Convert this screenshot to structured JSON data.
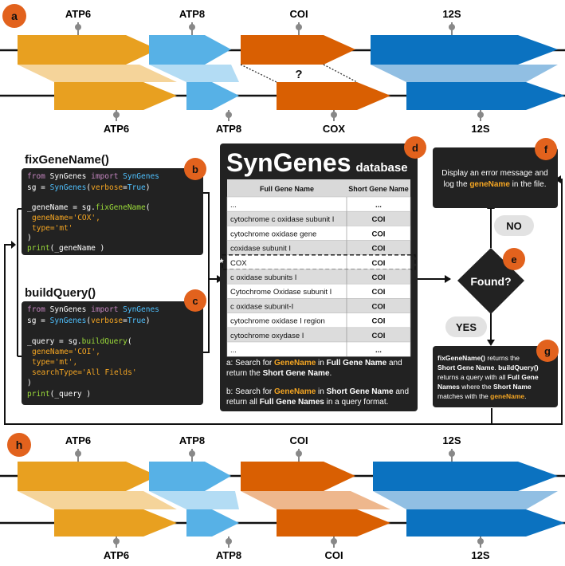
{
  "colors": {
    "orange_dark": "#d95f02",
    "orange_gold": "#e8a020",
    "blue_light": "#57b1e6",
    "blue_dark": "#0b72c0",
    "panel_dark": "#222222",
    "highlight": "#f5a623",
    "circle": "#e2621d"
  },
  "panels": {
    "a": "a",
    "b": "b",
    "c": "c",
    "d": "d",
    "e": "e",
    "f": "f",
    "g": "g",
    "h": "h"
  },
  "top": {
    "upper_labels": [
      "ATP6",
      "ATP8",
      "COI",
      "12S"
    ],
    "lower_labels": [
      "ATP6",
      "ATP8",
      "COX",
      "12S"
    ],
    "question": "?"
  },
  "bottom": {
    "upper_labels": [
      "ATP6",
      "ATP8",
      "COI",
      "12S"
    ],
    "lower_labels": [
      "ATP6",
      "ATP8",
      "COI",
      "12S"
    ]
  },
  "fix": {
    "title": "fixGeneName()",
    "l1_from": "from",
    "l1_mod": " SynGenes ",
    "l1_import": "import",
    "l1_cls": " SynGenes",
    "l2_a": "sg = ",
    "l2_cls": "SynGenes",
    "l2_b": "(",
    "l2_arg": "verbose",
    "l2_c": "=",
    "l2_val": "True",
    "l2_d": ")",
    "l3_a": "_geneName = sg.",
    "l3_fn": "fixGeneName",
    "l3_b": "(",
    "l4_arg": "geneName",
    "l4_val": "='COX',",
    "l5_arg": "type",
    "l5_val": "='mt'",
    "l6": ")",
    "l7_fn": "print",
    "l7_b": "(_geneName )"
  },
  "build": {
    "title": "buildQuery()",
    "l1_from": "from",
    "l1_mod": " SynGenes ",
    "l1_import": "import",
    "l1_cls": " SynGenes",
    "l2_a": "sg = ",
    "l2_cls": "SynGenes",
    "l2_b": "(",
    "l2_arg": "verbose",
    "l2_c": "=",
    "l2_val": "True",
    "l2_d": ")",
    "l3_a": "_query = sg.",
    "l3_fn": "buildQuery",
    "l3_b": "(",
    "l4_arg": "geneName",
    "l4_val": "='COI',",
    "l5_arg": "type",
    "l5_val": "='mt',",
    "l6_arg": "searchType",
    "l6_val": "='All Fields'",
    "l7": ")",
    "l8_fn": "print",
    "l8_b": "(_query )"
  },
  "database": {
    "title_big": "SynGenes",
    "title_small": "database",
    "col_full": "Full Gene Name",
    "col_short": "Short Gene Name",
    "rows": [
      {
        "full": "...",
        "short": "..."
      },
      {
        "full": "cytochrome c oxidase subunit I",
        "short": "COI"
      },
      {
        "full": "cytochrome oxidase gene",
        "short": "COI"
      },
      {
        "full": "coxidase subunit I",
        "short": "COI"
      },
      {
        "full": "COX",
        "short": "COI"
      },
      {
        "full": "c oxidase subunits I",
        "short": "COI"
      },
      {
        "full": "Cytochrome Oxidase subunit I",
        "short": "COI"
      },
      {
        "full": "c oxidase subunit-I",
        "short": "COI"
      },
      {
        "full": "cytochrome oxidase I region",
        "short": "COI"
      },
      {
        "full": "cytochrome oxydase I",
        "short": "COI"
      },
      {
        "full": "...",
        "short": "..."
      }
    ],
    "star": "*",
    "note_a_1": "a: Search for ",
    "note_a_gene": "GeneName",
    "note_a_2": " in ",
    "note_a_full": "Full Gene Name",
    "note_a_3": " and",
    "note_a_4": "return the ",
    "note_a_short": "Short Gene Name",
    "note_a_5": ".",
    "note_b_1": "b: Search for ",
    "note_b_gene": "GeneName",
    "note_b_2": " in ",
    "note_b_short": "Short Gene Name",
    "note_b_3": " and",
    "note_b_4": "return all ",
    "note_b_full": "Full Gene Names",
    "note_b_5": " in a query format."
  },
  "decision": {
    "label": "Found?",
    "no": "NO",
    "yes": "YES"
  },
  "error_box": {
    "line1": "Display an error message and",
    "line2_a": "log the ",
    "line2_gene": "geneName",
    "line2_b": " in the file."
  },
  "result_box": {
    "l1_fn": "fixGeneName()",
    "l1_b": " returns the",
    "l2_bold": "Short Gene Name",
    "l2_b": ". ",
    "l2_fn": "buildQuery()",
    "l3": "returns a query with all ",
    "l3_bold": "Full Gene",
    "l4_bold": "Names",
    "l4_b": " where the ",
    "l4_bold2": "Short Name",
    "l5": "matches with the ",
    "l5_gene": "geneName",
    "l5_end": "."
  }
}
